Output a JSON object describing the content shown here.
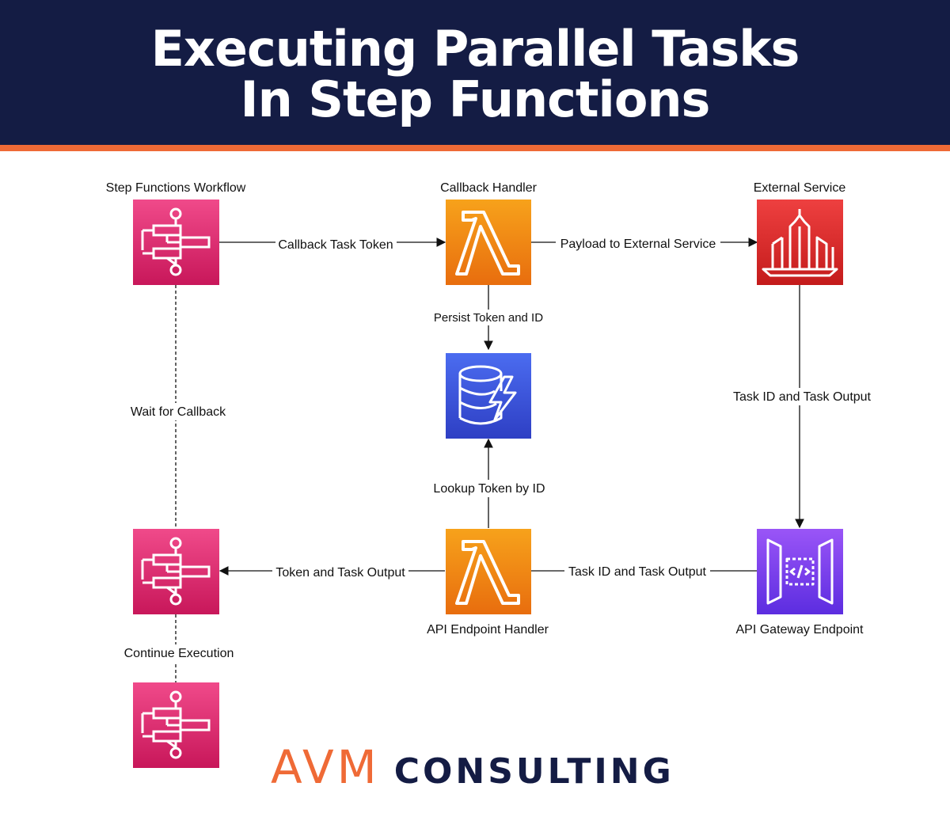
{
  "header": {
    "title_line1": "Executing Parallel Tasks",
    "title_line2": "In Step Functions"
  },
  "nodes": {
    "step_functions_workflow": {
      "label": "Step Functions Workflow",
      "icon": "step-functions-icon"
    },
    "callback_handler": {
      "label": "Callback Handler",
      "icon": "lambda-icon"
    },
    "external_service": {
      "label": "External Service",
      "icon": "external-service-icon"
    },
    "dynamodb": {
      "label": "",
      "icon": "dynamodb-icon"
    },
    "step_functions_resume": {
      "label": "",
      "icon": "step-functions-icon"
    },
    "api_endpoint_handler": {
      "label": "API Endpoint Handler",
      "icon": "lambda-icon"
    },
    "api_gateway_endpoint": {
      "label": "API Gateway Endpoint",
      "icon": "api-gateway-icon"
    },
    "step_functions_continue": {
      "label": "",
      "icon": "step-functions-icon"
    }
  },
  "edges": {
    "callback_task_token": "Callback Task Token",
    "payload_to_external": "Payload to External Service",
    "persist_token": "Persist Token and ID",
    "task_id_output_down": "Task ID and Task Output",
    "wait_for_callback": "Wait for Callback",
    "lookup_token": "Lookup Token by ID",
    "token_and_output": "Token and Task Output",
    "task_id_output_left": "Task ID and Task Output",
    "continue_execution": "Continue Execution"
  },
  "brand": {
    "name": "AVM",
    "suffix": "CONSULTING"
  },
  "colors": {
    "header_bg": "#141c44",
    "accent_orange": "#ef6a36",
    "step_functions": "#e0286e",
    "lambda": "#f08a13",
    "dynamodb": "#3b52d9",
    "external_service": "#df2a2a",
    "api_gateway": "#7b3ff0"
  }
}
